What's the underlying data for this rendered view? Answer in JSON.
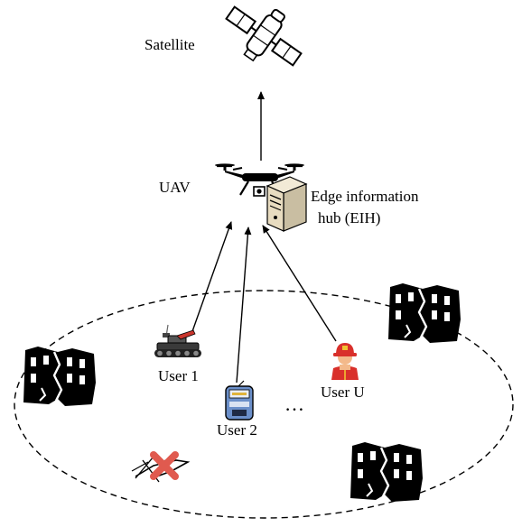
{
  "labels": {
    "satellite": "Satellite",
    "uav": "UAV",
    "eih_line1": "Edge information",
    "eih_line2": "hub (EIH)",
    "user1": "User 1",
    "user2": "User 2",
    "userU": "User U",
    "ellipsis": "…"
  },
  "icons": {
    "satellite": "satellite-icon",
    "uav": "drone-icon",
    "eih": "server-icon",
    "user1": "robot-vehicle-icon",
    "user2": "sensor-device-icon",
    "userU": "firefighter-icon",
    "building": "damaged-building-icon",
    "broken_tower": "broken-tower-icon"
  },
  "colors": {
    "stroke": "#000000",
    "firefighter_red": "#d9302b",
    "firefighter_skin": "#f3b98a",
    "sensor_blue": "#6b8fc9",
    "cross_red": "#e05a4f"
  }
}
